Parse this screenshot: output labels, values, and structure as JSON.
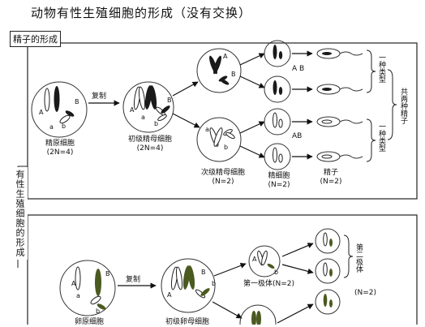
{
  "title": "动物有性生殖细胞的形成（没有交换）",
  "sperm_section": {
    "label": "精子的形成",
    "arrow_label": "复制",
    "cells": {
      "spermatogonium": {
        "name": "精原细胞",
        "ploidy": "(2N=4)"
      },
      "primary_spermatocyte": {
        "name": "初级精母细胞",
        "ploidy": "(2N=4)"
      },
      "secondary_spermatocyte": {
        "name": "次级精母细胞",
        "ploidy": "(N=2)"
      },
      "spermatid": {
        "name": "精细胞",
        "ploidy": "(N=2)"
      },
      "sperm": {
        "name": "精子",
        "ploidy": "(N=2)"
      }
    },
    "gene_labels": {
      "upper": "A B",
      "lower": "AB"
    },
    "type_brace_top": "一种类型",
    "type_brace_bottom": "一种类型",
    "total_brace": "共两种精子"
  },
  "side_label": "有性生殖细胞的形成",
  "egg_section": {
    "arrow_label": "复制",
    "first_polar_body": "第一极体(N=2)",
    "second_polar_body": "第二极体",
    "second_polar_ploidy": "(N=2)",
    "cells": {
      "oogonium": {
        "name": "卵原细胞"
      },
      "primary_oocyte": {
        "name": "初级卵母细胞"
      }
    }
  }
}
